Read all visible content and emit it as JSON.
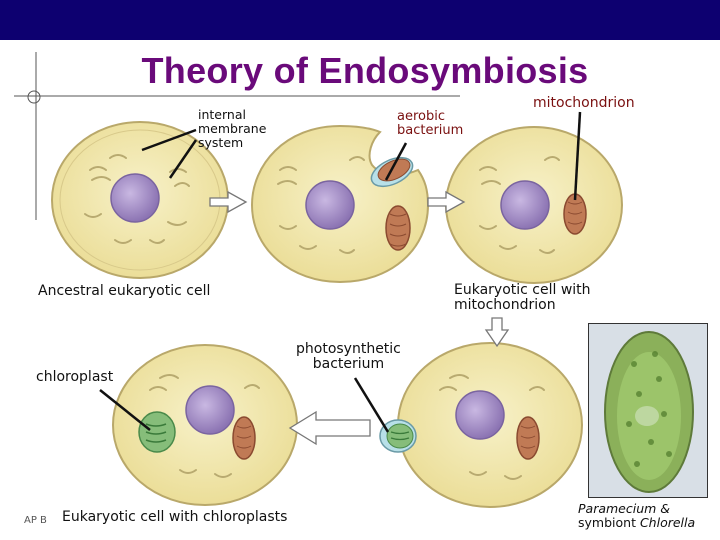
{
  "slide": {
    "title": "Theory of Endosymbiosis",
    "footer_left": "AP B"
  },
  "labels": {
    "internal_membrane": "internal\nmembrane\nsystem",
    "aerobic_bacterium": "aerobic\nbacterium",
    "mitochondrion": "mitochondrion",
    "ancestral_cell": "Ancestral eukaryotic cell",
    "eukaryotic_mito": "Eukaryotic cell with\nmitochondrion",
    "photosynthetic_bacterium": "photosynthetic\nbacterium",
    "chloroplast": "chloroplast",
    "eukaryotic_chloro": "Eukaryotic cell with chloroplasts",
    "paramecium_italic": "Paramecium &",
    "symbiont_word": "symbiont",
    "chlorella_italic": "Chlorella"
  },
  "colors": {
    "top_bar": "#0d0070",
    "title": "#6a0a7a",
    "cell_fill": "#f2e9a8",
    "cell_outline": "#b9a86a",
    "nucleus": "#a58fc4",
    "mitochondrion": "#c07a55",
    "chloroplast": "#86bd7a",
    "paramecium_photo": "#8bb05a"
  },
  "icons": [
    "arrow-right-icon",
    "arrow-left-icon",
    "arrow-down-icon"
  ]
}
